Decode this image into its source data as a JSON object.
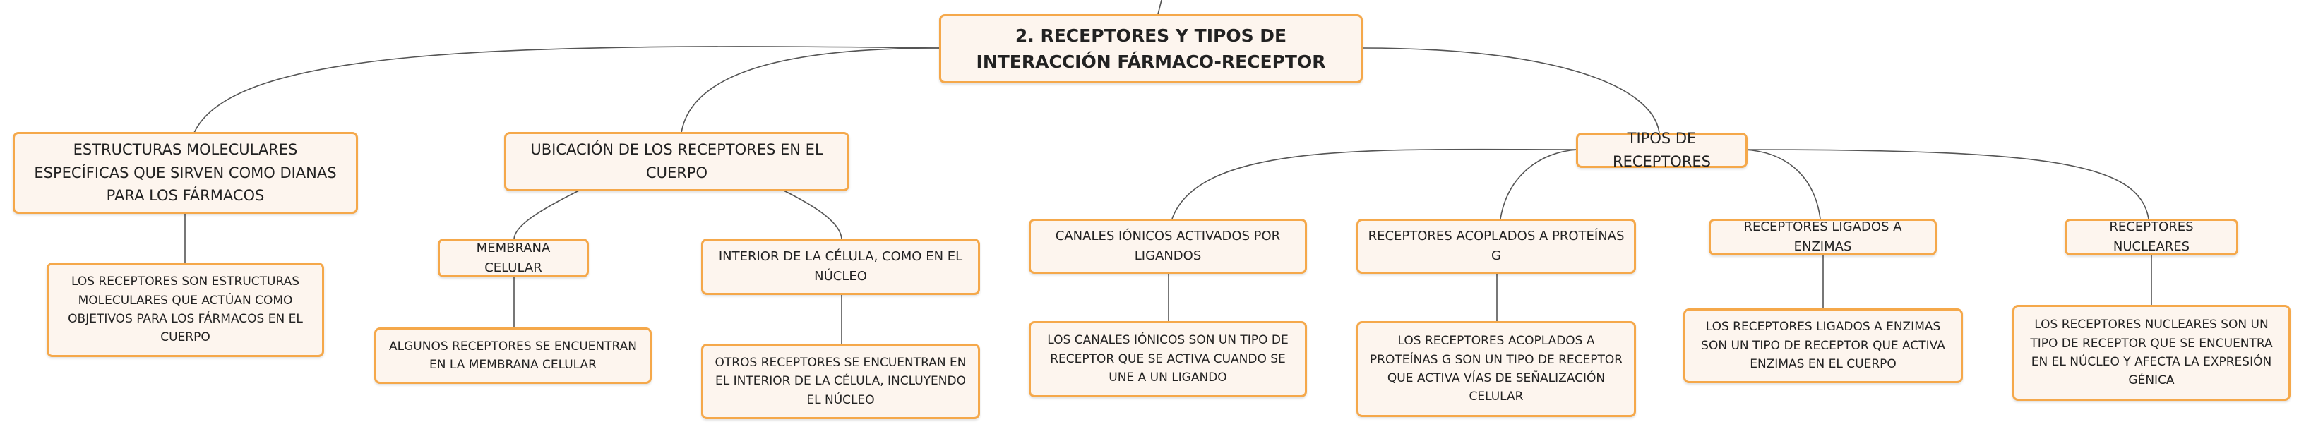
{
  "root": {
    "text": "2. RECEPTORES Y TIPOS DE INTERACCIÓN FÁRMACO-RECEPTOR"
  },
  "branches": {
    "estructuras": {
      "title": "ESTRUCTURAS MOLECULARES ESPECÍFICAS QUE SIRVEN COMO DIANAS PARA LOS FÁRMACOS",
      "detail": "LOS RECEPTORES SON ESTRUCTURAS MOLECULARES QUE ACTÚAN COMO OBJETIVOS PARA LOS FÁRMACOS EN EL CUERPO"
    },
    "ubicacion": {
      "title": "UBICACIÓN DE LOS RECEPTORES EN EL CUERPO",
      "membrana": {
        "title": "MEMBRANA CELULAR",
        "detail": "ALGUNOS RECEPTORES SE ENCUENTRAN EN LA MEMBRANA CELULAR"
      },
      "interior": {
        "title": "INTERIOR DE LA CÉLULA, COMO EN EL NÚCLEO",
        "detail": "OTROS RECEPTORES SE ENCUENTRAN EN EL INTERIOR DE LA CÉLULA, INCLUYENDO EL NÚCLEO"
      }
    },
    "tipos": {
      "title": "TIPOS DE RECEPTORES",
      "canales": {
        "title": "CANALES IÓNICOS ACTIVADOS POR LIGANDOS",
        "detail": "LOS CANALES IÓNICOS SON UN TIPO DE RECEPTOR QUE SE ACTIVA CUANDO SE UNE A UN LIGANDO"
      },
      "proteinas_g": {
        "title": "RECEPTORES ACOPLADOS A PROTEÍNAS G",
        "detail": "LOS RECEPTORES ACOPLADOS A PROTEÍNAS G SON UN TIPO DE RECEPTOR QUE ACTIVA VÍAS DE SEÑALIZACIÓN CELULAR"
      },
      "enzimas": {
        "title": "RECEPTORES LIGADOS A ENZIMAS",
        "detail": "LOS RECEPTORES LIGADOS A ENZIMAS SON UN TIPO DE RECEPTOR QUE ACTIVA ENZIMAS EN EL CUERPO"
      },
      "nucleares": {
        "title": "RECEPTORES NUCLEARES",
        "detail": "LOS RECEPTORES NUCLEARES SON UN TIPO DE RECEPTOR QUE SE ENCUENTRA EN EL NÚCLEO Y AFECTA LA EXPRESIÓN GÉNICA"
      }
    }
  },
  "colors": {
    "node_border": "#f5a84a",
    "node_fill": "#fdf5ee",
    "connector": "#555555"
  }
}
